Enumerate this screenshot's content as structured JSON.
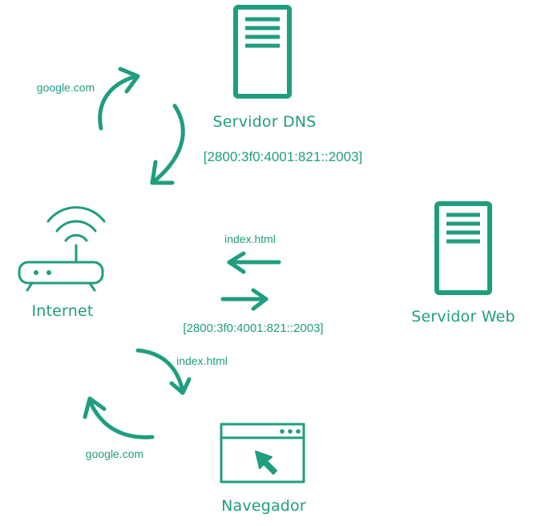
{
  "colors": {
    "accent": "#1f9e7f"
  },
  "nodes": {
    "dns": {
      "label": "Servidor DNS",
      "icon": "server-icon"
    },
    "internet": {
      "label": "Internet",
      "icon": "router-icon"
    },
    "web": {
      "label": "Servidor Web",
      "icon": "server-icon"
    },
    "browser": {
      "label": "Navegador",
      "icon": "browser-window-icon"
    }
  },
  "flows": {
    "dns_query": "google.com",
    "dns_response": "[2800:3f0:4001:821::2003]",
    "web_response": "index.html",
    "web_request": "[2800:3f0:4001:821::2003]",
    "browser_response": "index.html",
    "browser_request": "google.com"
  }
}
